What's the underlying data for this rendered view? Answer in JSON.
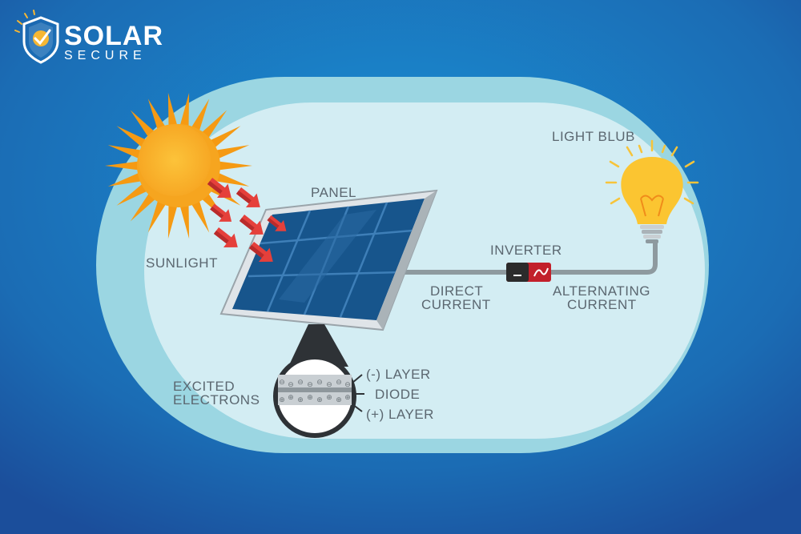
{
  "brand": {
    "name_top": "SOLAR",
    "name_bottom": "SECURE"
  },
  "labels": {
    "sunlight": "SUNLIGHT",
    "panel": "PANEL",
    "inverter": "INVERTER",
    "light_bulb": "LIGHT BLUB",
    "direct_current_1": "DIRECT",
    "direct_current_2": "CURRENT",
    "alternating_current_1": "ALTERNATING",
    "alternating_current_2": "CURRENT",
    "excited_electrons_1": "EXCITED",
    "excited_electrons_2": "ELECTRONS",
    "negative_layer": "(-) LAYER",
    "diode": "DIODE",
    "positive_layer": "(+) LAYER"
  },
  "colors": {
    "background_top": "#1e7fc4",
    "background_bottom": "#1a4f9c",
    "panel_blue": "#17558c",
    "sun": "#f7a21b",
    "arrow": "#e5403b",
    "bulb": "#fbc531",
    "inverter": "#c2202b",
    "wire": "#8e9a9f"
  }
}
